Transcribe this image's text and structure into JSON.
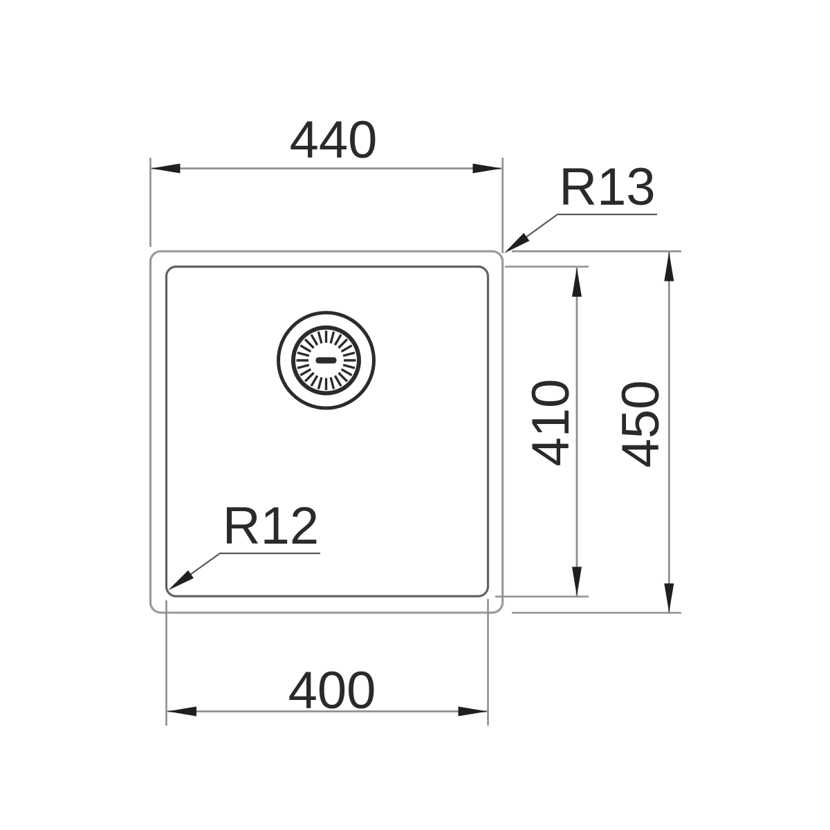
{
  "diagram": {
    "type": "technical-dimension-drawing",
    "subject": "kitchen sink bowl top view",
    "labels": {
      "top_width": "440",
      "outer_corner_radius": "R13",
      "inner_height": "410",
      "outer_height": "450",
      "inner_corner_radius": "R12",
      "bottom_width": "400"
    },
    "colors": {
      "background": "#ffffff",
      "outline_outer": "#9a9a9a",
      "outline_inner": "#616161",
      "dimension_line": "#8f8f8f",
      "leader_line": "#5a5a5a",
      "arrow": "#1f1f1f",
      "text": "#2a2a2a",
      "drain": "#2b2b2b"
    }
  }
}
